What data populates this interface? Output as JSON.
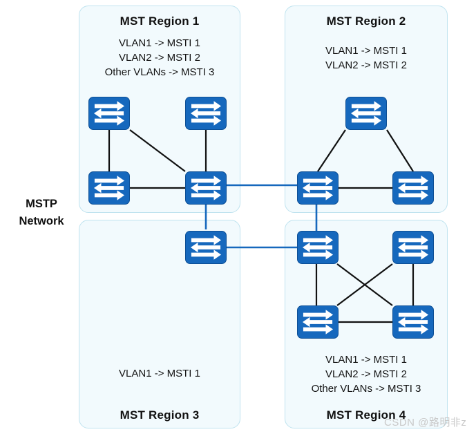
{
  "diagram": {
    "network_label": "MSTP\nNetwork",
    "watermark": "CSDN @路明非z",
    "colors": {
      "switch_fill": "#1668bd",
      "switch_stroke": "#0d4f95",
      "region_fill": "#f2fafd",
      "region_border": "#bfe3ef",
      "intra_link": "#111111",
      "inter_link": "#1668bd"
    },
    "regions": [
      {
        "id": "region-1",
        "title": "MST Region 1",
        "title_position": "top",
        "mappings": "VLAN1 -> MSTI 1\nVLAN2 -> MSTI 2\nOther VLANs -> MSTI 3",
        "switch_count": 4
      },
      {
        "id": "region-2",
        "title": "MST Region 2",
        "title_position": "top",
        "mappings": "VLAN1 -> MSTI 1\nVLAN2 -> MSTI 2",
        "switch_count": 3
      },
      {
        "id": "region-3",
        "title": "MST Region 3",
        "title_position": "bottom",
        "mappings": "VLAN1 -> MSTI 1",
        "switch_count": 1
      },
      {
        "id": "region-4",
        "title": "MST Region 4",
        "title_position": "bottom",
        "mappings": "VLAN1 -> MSTI 1\nVLAN2 -> MSTI 2\nOther VLANs -> MSTI 3",
        "switch_count": 4
      }
    ],
    "switch_icon_name": "network-switch-icon"
  }
}
